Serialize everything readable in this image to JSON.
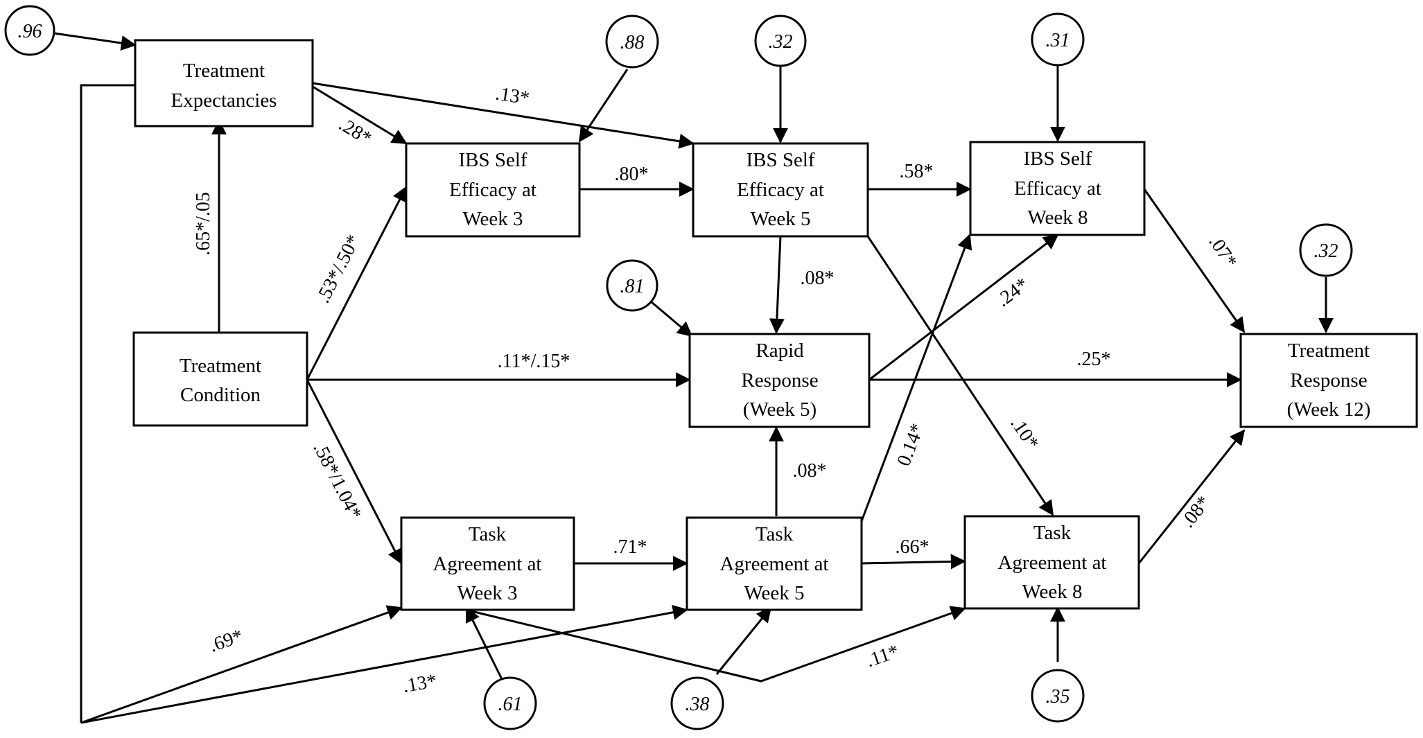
{
  "nodes": {
    "te": [
      "Treatment",
      "Expectancies"
    ],
    "tc": [
      "Treatment",
      "Condition"
    ],
    "se3": [
      "IBS Self",
      "Efficacy at",
      "Week 3"
    ],
    "se5": [
      "IBS Self",
      "Efficacy at",
      "Week 5"
    ],
    "se8": [
      "IBS Self",
      "Efficacy at",
      "Week 8"
    ],
    "rr": [
      "Rapid",
      "Response",
      "(Week 5)"
    ],
    "ta3": [
      "Task",
      "Agreement  at",
      "Week 3"
    ],
    "ta5": [
      "Task",
      "Agreement  at",
      "Week 5"
    ],
    "ta8": [
      "Task",
      "Agreement at",
      "Week 8"
    ],
    "tr": [
      "Treatment",
      "Response",
      "(Week 12)"
    ]
  },
  "errors": {
    "te": ".96",
    "se3": ".88",
    "se5": ".32",
    "se8": ".31",
    "rr": ".81",
    "tr": ".32",
    "ta3": ".61",
    "ta5": ".38",
    "ta8": ".35"
  },
  "paths": {
    "tc_te": ".65*/.05",
    "te_se3": ".28*",
    "te_se5": ".13*",
    "tc_se3": ".53*/.50*",
    "tc_rr": ".11*/.15*",
    "tc_ta3": ".58*/1.04*",
    "se3_se5": ".80*",
    "se5_se8": ".58*",
    "se5_rr": ".08*",
    "se5_ta8": ".10*",
    "se8_tr": ".07*",
    "rr_se8": ".24*",
    "rr_tr": ".25*",
    "ta5_rr": ".08*",
    "ta5_se8": "0.14*",
    "ta3_ta5": ".71*",
    "ta5_ta8": ".66*",
    "ta3_ta8": ".11*",
    "ta8_tr": ".08*",
    "te_ta3": ".69*",
    "te_ta5": ".13*"
  }
}
